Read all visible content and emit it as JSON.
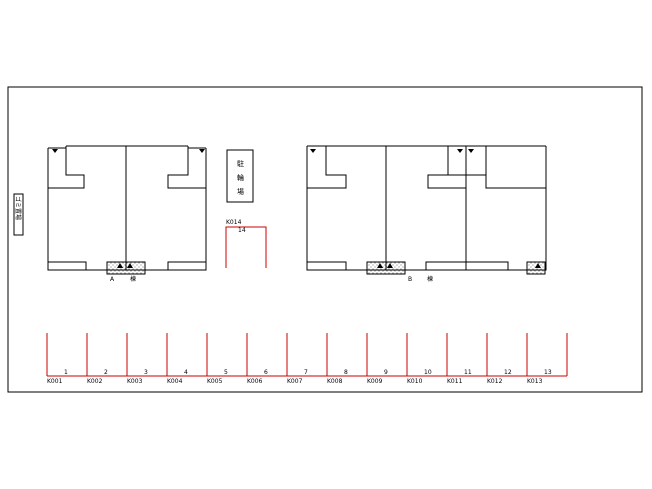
{
  "sidebar_label": "ゴミ置場",
  "bicycle_parking": {
    "chars": [
      "駐",
      "輪",
      "場"
    ]
  },
  "building_a": {
    "letter": "A",
    "suffix": "棟"
  },
  "building_b": {
    "letter": "B",
    "suffix": "棟"
  },
  "special_space": {
    "code": "K014",
    "number": "14"
  },
  "parking_spaces": [
    {
      "number": "1",
      "code": "K001"
    },
    {
      "number": "2",
      "code": "K002"
    },
    {
      "number": "3",
      "code": "K003"
    },
    {
      "number": "4",
      "code": "K004"
    },
    {
      "number": "5",
      "code": "K005"
    },
    {
      "number": "6",
      "code": "K006"
    },
    {
      "number": "7",
      "code": "K007"
    },
    {
      "number": "8",
      "code": "K008"
    },
    {
      "number": "9",
      "code": "K009"
    },
    {
      "number": "10",
      "code": "K010"
    },
    {
      "number": "11",
      "code": "K011"
    },
    {
      "number": "12",
      "code": "K012"
    },
    {
      "number": "13",
      "code": "K013"
    }
  ],
  "colors": {
    "parking_line": "#cc0000",
    "outline": "#000000"
  }
}
